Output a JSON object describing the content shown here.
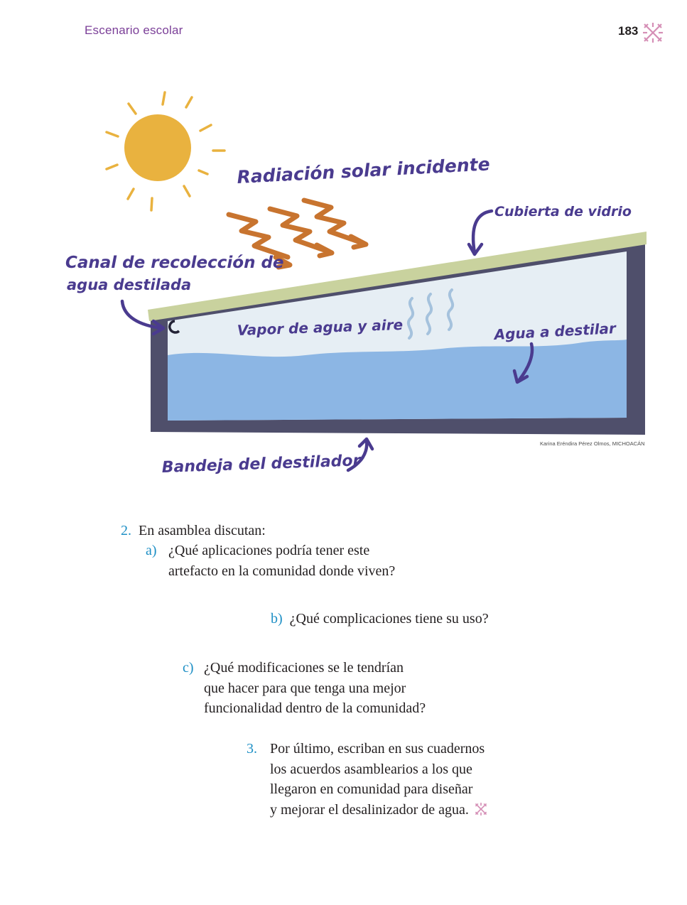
{
  "header": {
    "section": "Escenario escolar",
    "page_number": "183"
  },
  "figure": {
    "labels": {
      "radiation": "Radiación solar incidente",
      "glass": "Cubierta de vidrio",
      "channel_line1": "Canal de recolección de",
      "channel_line2": "agua destilada",
      "vapor": "Vapor de agua y aire",
      "water": "Agua a destilar",
      "tray": "Bandeja del destilador"
    },
    "credit": "Karina Eréndira Pérez Olmos, MICHOACÁN",
    "colors": {
      "sun": "#e9b23f",
      "arrows": "#c8742f",
      "frame": "#4f4f6b",
      "glass": "#c9d29e",
      "water": "#8cb6e4",
      "vapor": "#e6eef4",
      "labels": "#4a3b8f"
    }
  },
  "questions": {
    "q2": {
      "number": "2.",
      "text": "En asamblea discutan:"
    },
    "a": {
      "letter": "a)",
      "line1": "¿Qué aplicaciones podría tener este",
      "line2": "artefacto en la comunidad donde viven?"
    },
    "b": {
      "letter": "b)",
      "text": "¿Qué complicaciones tiene su uso?"
    },
    "c": {
      "letter": "c)",
      "line1": "¿Qué modificaciones se le tendrían",
      "line2": "que hacer para que tenga una mejor",
      "line3": "funcionalidad dentro de la comunidad?"
    },
    "q3": {
      "number": "3.",
      "line1": "Por último, escriban en sus cuadernos",
      "line2": "los acuerdos asamblearios a los que",
      "line3": "llegaron en comunidad para diseñar",
      "line4": "y mejorar el desalinizador de agua."
    }
  }
}
